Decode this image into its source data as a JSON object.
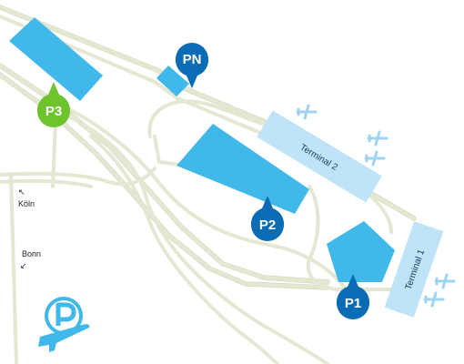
{
  "colors": {
    "lot_fill": "#41b8ea",
    "terminal_fill": "#bfe3f7",
    "pin_blue": "#0a6cb5",
    "pin_green": "#6ec42c",
    "road": "#e6e7d3"
  },
  "parking": [
    {
      "id": "p3",
      "label": "P3",
      "pin_color": "green"
    },
    {
      "id": "pn",
      "label": "PN",
      "pin_color": "blue"
    },
    {
      "id": "p2",
      "label": "P2",
      "pin_color": "blue"
    },
    {
      "id": "p1",
      "label": "P1",
      "pin_color": "blue"
    }
  ],
  "terminals": [
    {
      "id": "terminal-2",
      "label": "Terminal 2"
    },
    {
      "id": "terminal-1",
      "label": "Terminal 1"
    }
  ],
  "directions": [
    {
      "label": "Köln",
      "arrow": "↖"
    },
    {
      "label": "Bonn",
      "arrow": "↙"
    }
  ],
  "icons": {
    "airplane": "airplane-icon",
    "parking_logo": "parking-airplane-logo-icon"
  }
}
